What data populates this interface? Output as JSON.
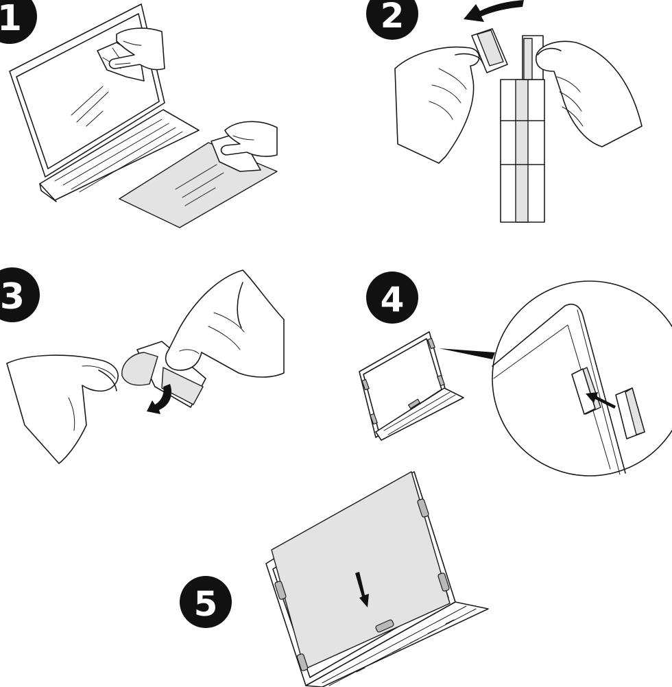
{
  "steps": [
    {
      "number": "1"
    },
    {
      "number": "2"
    },
    {
      "number": "3"
    },
    {
      "number": "4"
    },
    {
      "number": "5"
    }
  ],
  "colors": {
    "ink": "#1a1a1a",
    "badge": "#111111",
    "filter_gray": "#e3e3e3",
    "tab_gray": "#b9b9b9",
    "background": "#ffffff"
  }
}
